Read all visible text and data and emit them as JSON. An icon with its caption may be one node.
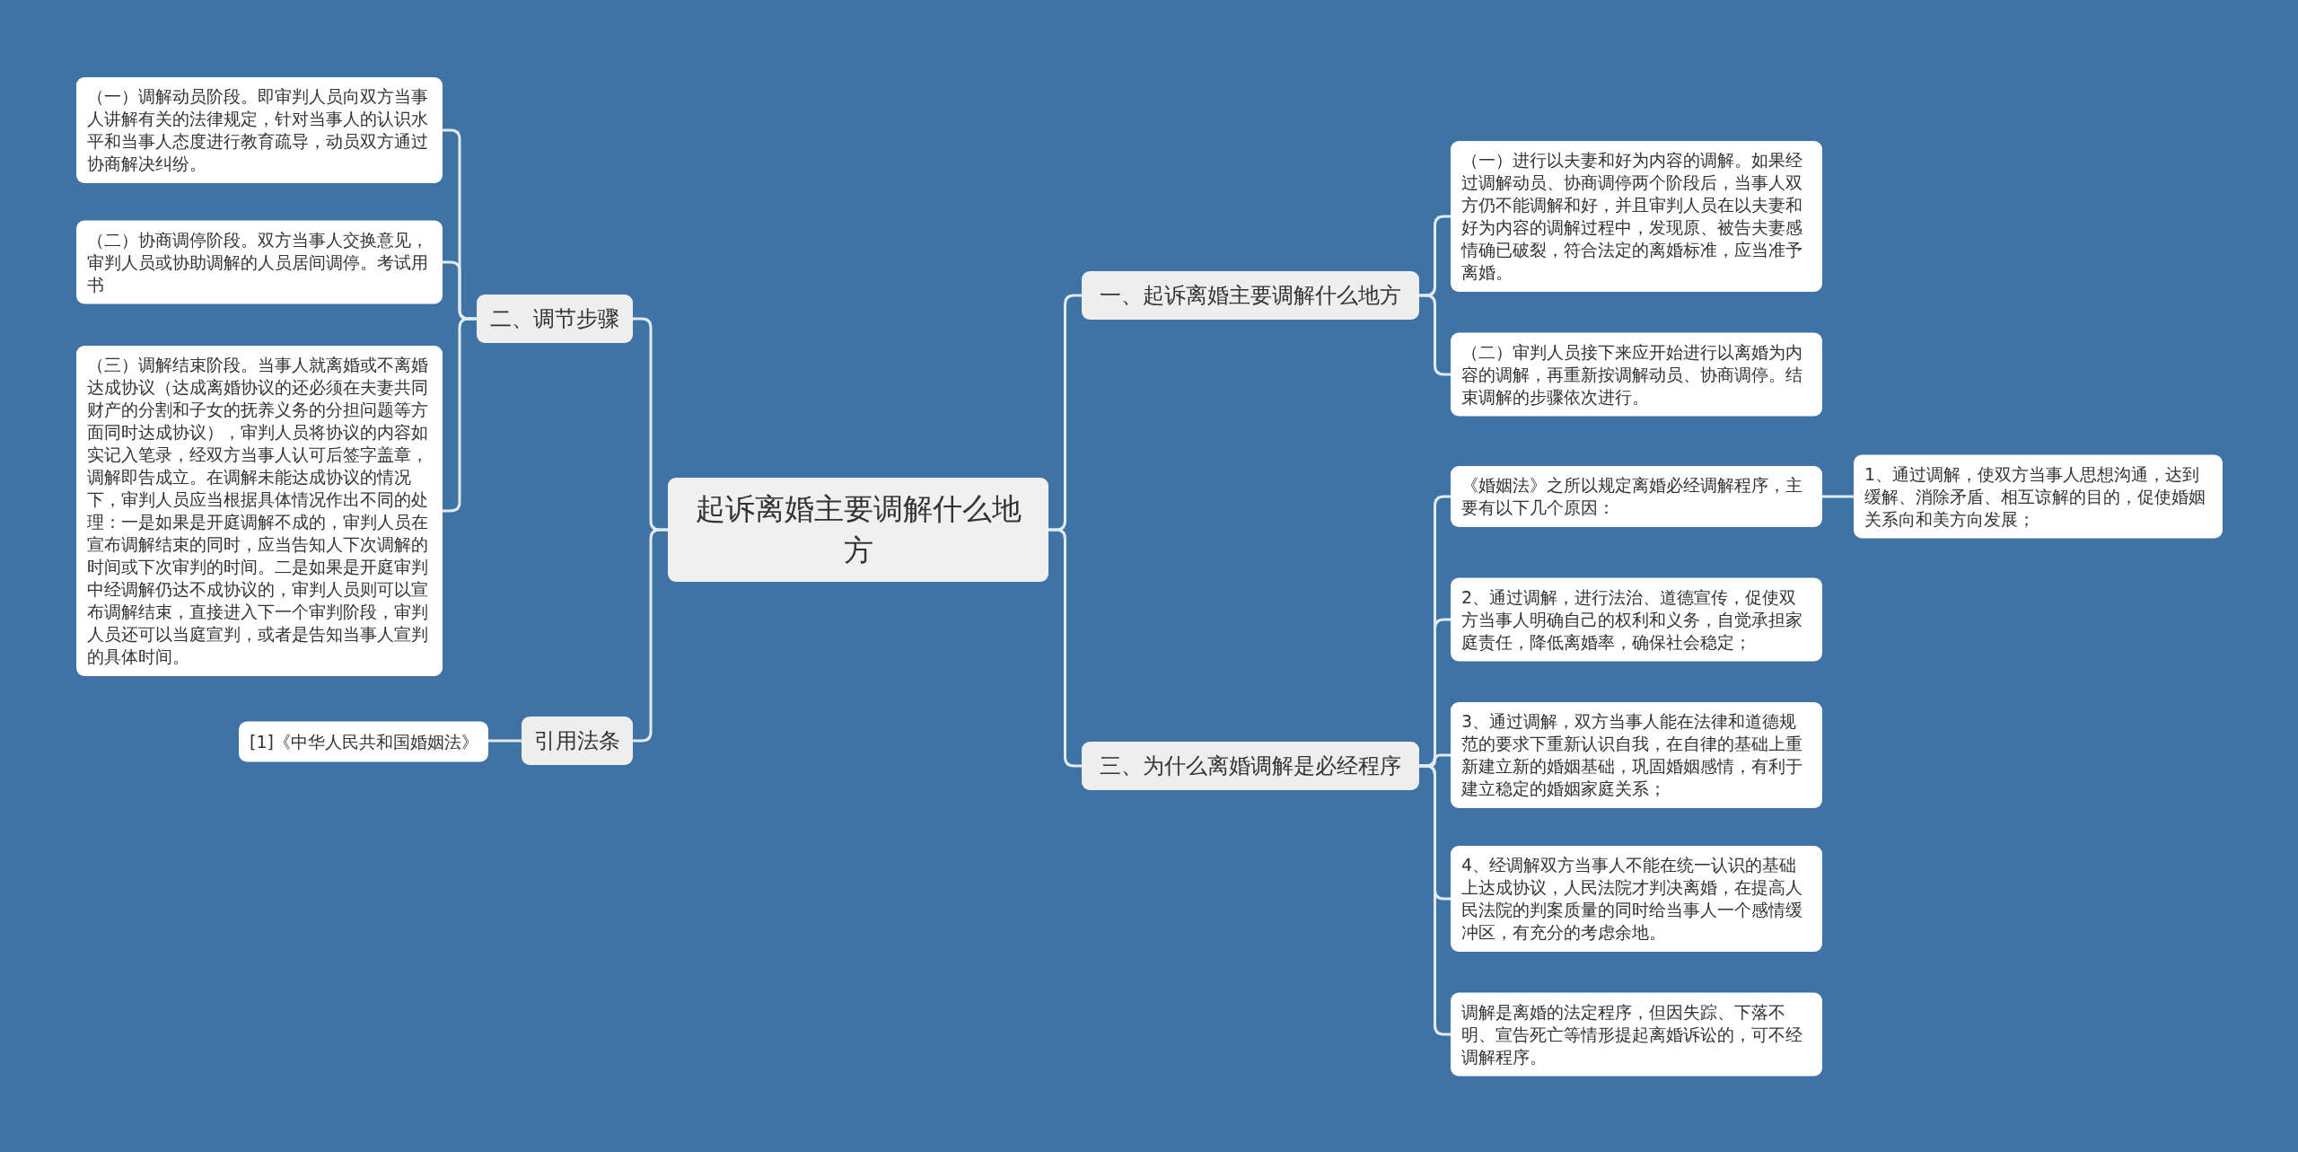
{
  "diagram": {
    "nodes": [
      {
        "text": [
          "起诉离婚主要调解什么地方"
        ]
      },
      {
        "text": [
          "一、起诉离婚主要调解什么地方"
        ]
      },
      {
        "text": [
          "（一）进行以夫妻和好为内容的调解。如果经过调解动员、协商调停两个阶段后，当事人双方仍不能调解和好，并且审判人员在以夫妻和好为内容的调解过程中，发现原、被告夫妻感情确已破裂，符合法定的离婚标准，应当准予离婚。"
        ]
      },
      {
        "text": [
          "（二）审判人员接下来应开始进行以离婚为内容的调解，再重新按调解动员、协商调停。结束调解的步骤依次进行。"
        ]
      },
      {
        "text": [
          "三、为什么离婚调解是必经程序"
        ]
      },
      {
        "text": [
          "《婚姻法》之所以规定离婚必经调解程序，主要有以下几个原因："
        ]
      },
      {
        "text": [
          "1、通过调解，使双方当事人思想沟通，达到缓解、消除矛盾、相互谅解的目的，促使婚姻关系向和美方向发展；"
        ]
      },
      {
        "text": [
          "2、通过调解，进行法治、道德宣传，促使双方当事人明确自己的权利和义务，自觉承担家庭责任，降低离婚率，确保社会稳定；"
        ]
      },
      {
        "text": [
          "3、通过调解，双方当事人能在法律和道德规范的要求下重新认识自我，在自律的基础上重新建立新的婚姻基础，巩固婚姻感情，有利于建立稳定的婚姻家庭关系；"
        ]
      },
      {
        "text": [
          "4、经调解双方当事人不能在统一认识的基础上达成协议，人民法院才判决离婚，在提高人民法院的判案质量的同时给当事人一个感情缓冲区，有充分的考虑余地。"
        ]
      },
      {
        "text": [
          "调解是离婚的法定程序，但因失踪、下落不明、宣告死亡等情形提起离婚诉讼的，可不经调解程序。"
        ]
      },
      {
        "text": [
          "二、调节步骤"
        ]
      },
      {
        "text": [
          "（一）调解动员阶段。即审判人员向双方当事人讲解有关的法律规定，针对当事人的认识水平和当事人态度进行教育疏导，动员双方通过协商解决纠纷。"
        ]
      },
      {
        "text": [
          "（二）协商调停阶段。双方当事人交换意见，审判人员或协助调解的人员居间调停。考试用书"
        ]
      },
      {
        "text": [
          "（三）调解结束阶段。当事人就离婚或不离婚达成协议（达成离婚协议的还必须在夫妻共同财产的分割和子女的抚养义务的分担问题等方面同时达成协议），审判人员将协议的内容如实记入笔录，经双方当事人认可后签字盖章，调解即告成立。在调解未能达成协议的情况下，审判人员应当根据具体情况作出不同的处理：一是如果是开庭调解不成的，审判人员在宣布调解结束的同时，应当告知人下次调解的时间或下次审判的时间。二是如果是开庭审判中经调解仍达不成协议的，审判人员则可以宣布调解结束，直接进入下一个审判阶段，审判人员还可以当庭宣判，或者是告知当事人宣判的具体时间。"
        ]
      },
      {
        "text": [
          "引用法条"
        ]
      },
      {
        "text": [
          "[1]《中华人民共和国婚姻法》"
        ]
      }
    ],
    "edges": [
      {
        "from": 0,
        "to": 1,
        "arrow": "none"
      },
      {
        "from": 0,
        "to": 4,
        "arrow": "none"
      },
      {
        "from": 0,
        "to": 11,
        "arrow": "none"
      },
      {
        "from": 0,
        "to": 15,
        "arrow": "none"
      },
      {
        "from": 1,
        "to": 2,
        "arrow": "none"
      },
      {
        "from": 1,
        "to": 3,
        "arrow": "none"
      },
      {
        "from": 4,
        "to": 5,
        "arrow": "none"
      },
      {
        "from": 4,
        "to": 7,
        "arrow": "none"
      },
      {
        "from": 4,
        "to": 8,
        "arrow": "none"
      },
      {
        "from": 4,
        "to": 9,
        "arrow": "none"
      },
      {
        "from": 4,
        "to": 10,
        "arrow": "none"
      },
      {
        "from": 5,
        "to": 6,
        "arrow": "none"
      },
      {
        "from": 11,
        "to": 12,
        "arrow": "none"
      },
      {
        "from": 11,
        "to": 13,
        "arrow": "none"
      },
      {
        "from": 11,
        "to": 14,
        "arrow": "none"
      },
      {
        "from": 15,
        "to": 16,
        "arrow": "none"
      }
    ]
  }
}
